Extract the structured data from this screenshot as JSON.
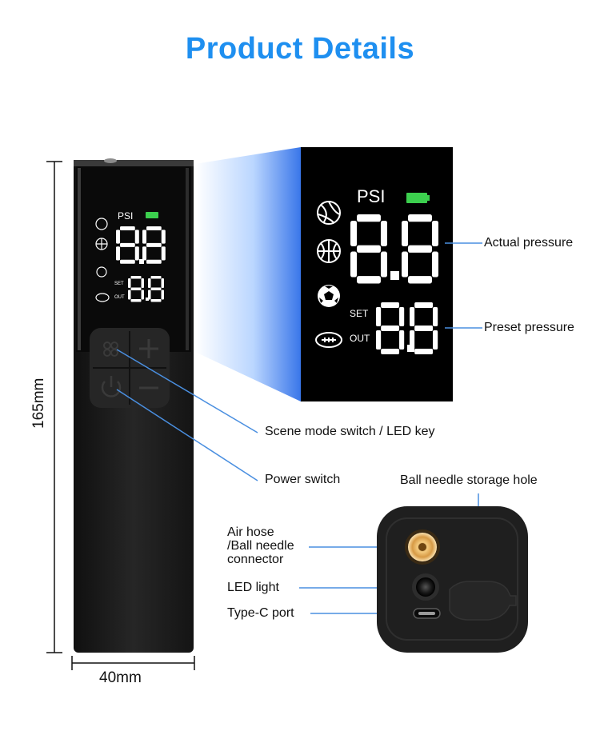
{
  "title": "Product Details",
  "colors": {
    "title": "#1e8ff0",
    "callout_line": "#4a8fe0",
    "battery": "#3ccf4e",
    "device_body": "#1b1b1b"
  },
  "dimensions": {
    "height_label": "165mm",
    "width_label": "40mm"
  },
  "display": {
    "unit": "PSI",
    "set_label": "SET",
    "out_label": "OUT",
    "actual_value": "8.8",
    "preset_value": "8.8",
    "scene_icons": [
      "volleyball-icon",
      "basketball-icon",
      "soccer-ball-icon",
      "rugby-ball-icon"
    ]
  },
  "callouts": {
    "actual_pressure": "Actual pressure",
    "preset_pressure": "Preset pressure",
    "scene_mode": "Scene mode switch / LED key",
    "power_switch": "Power switch",
    "needle_storage": "Ball needle storage hole",
    "air_hose_line1": "Air hose",
    "air_hose_line2": "/Ball needle",
    "air_hose_line3": "connector",
    "led_light": "LED light",
    "type_c": "Type-C port"
  }
}
